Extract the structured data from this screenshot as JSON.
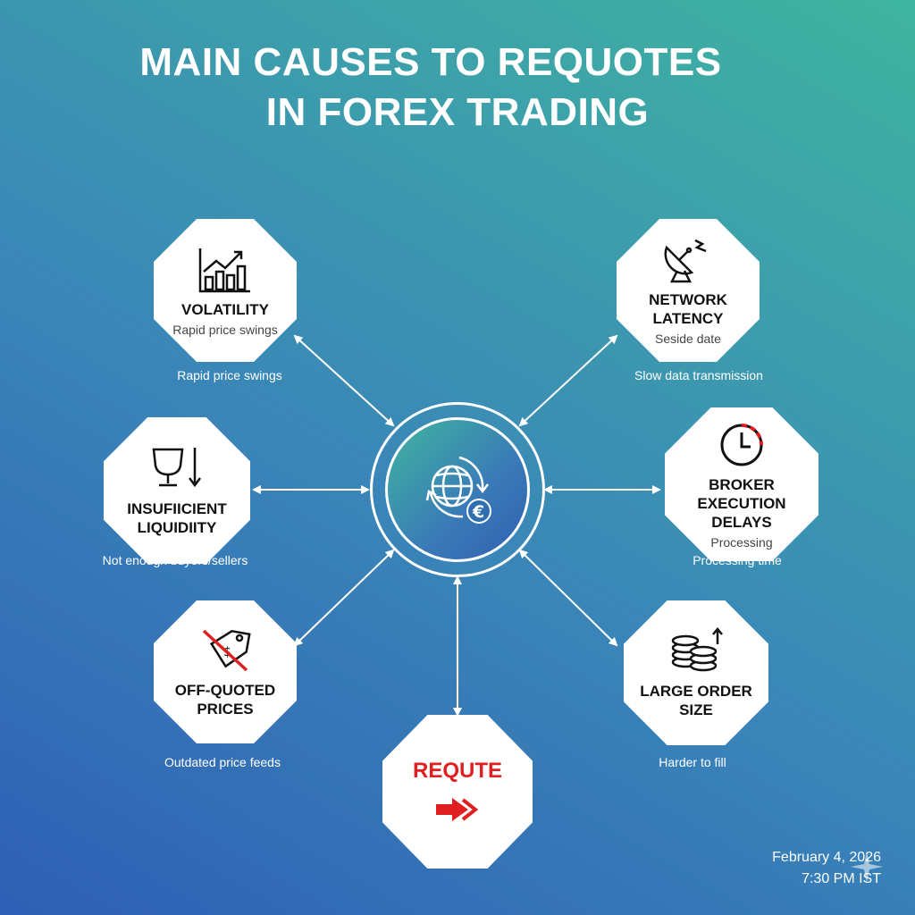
{
  "title": {
    "line1": "MAIN CAUSES TO REQUOTES",
    "line2": "IN FOREX TRADING"
  },
  "hub": {
    "icon": "globe-euro-icon"
  },
  "causes": [
    {
      "name": "VOLATILITY",
      "sub": "Rapid price swings",
      "below": "Rapid price swings",
      "icon": "bar-chart-trend-icon"
    },
    {
      "name": "NETWORK\nLATENCY",
      "sub": "Seside date",
      "below": "Slow data transmission",
      "icon": "satellite-dish-icon"
    },
    {
      "name": "INSUFIICIENT\nLIQUIDIITY",
      "sub": "",
      "below": "Not enough buyers/sellers",
      "icon": "empty-cup-down-arrow-icon"
    },
    {
      "name": "BROKER EXECUTION\nDELAYS",
      "sub": "Processing",
      "below": "Processing time",
      "icon": "clock-icon"
    },
    {
      "name": "OFF-QUOTED\nPRICES",
      "sub": "",
      "below": "Outdated price feeds",
      "icon": "crossed-price-tag-icon"
    },
    {
      "name": "LARGE ORDER SIZE",
      "sub": "",
      "below": "Harder to fill",
      "icon": "coin-stacks-icon"
    }
  ],
  "result": {
    "name": "REQUTE",
    "icon": "red-arrow-icon"
  },
  "timestamp": {
    "date": "February 4, 2026",
    "time": "7:30 PM IST"
  },
  "colors": {
    "accent_red": "#e02020",
    "text_white": "#ffffff",
    "node_fill": "#ffffff"
  }
}
